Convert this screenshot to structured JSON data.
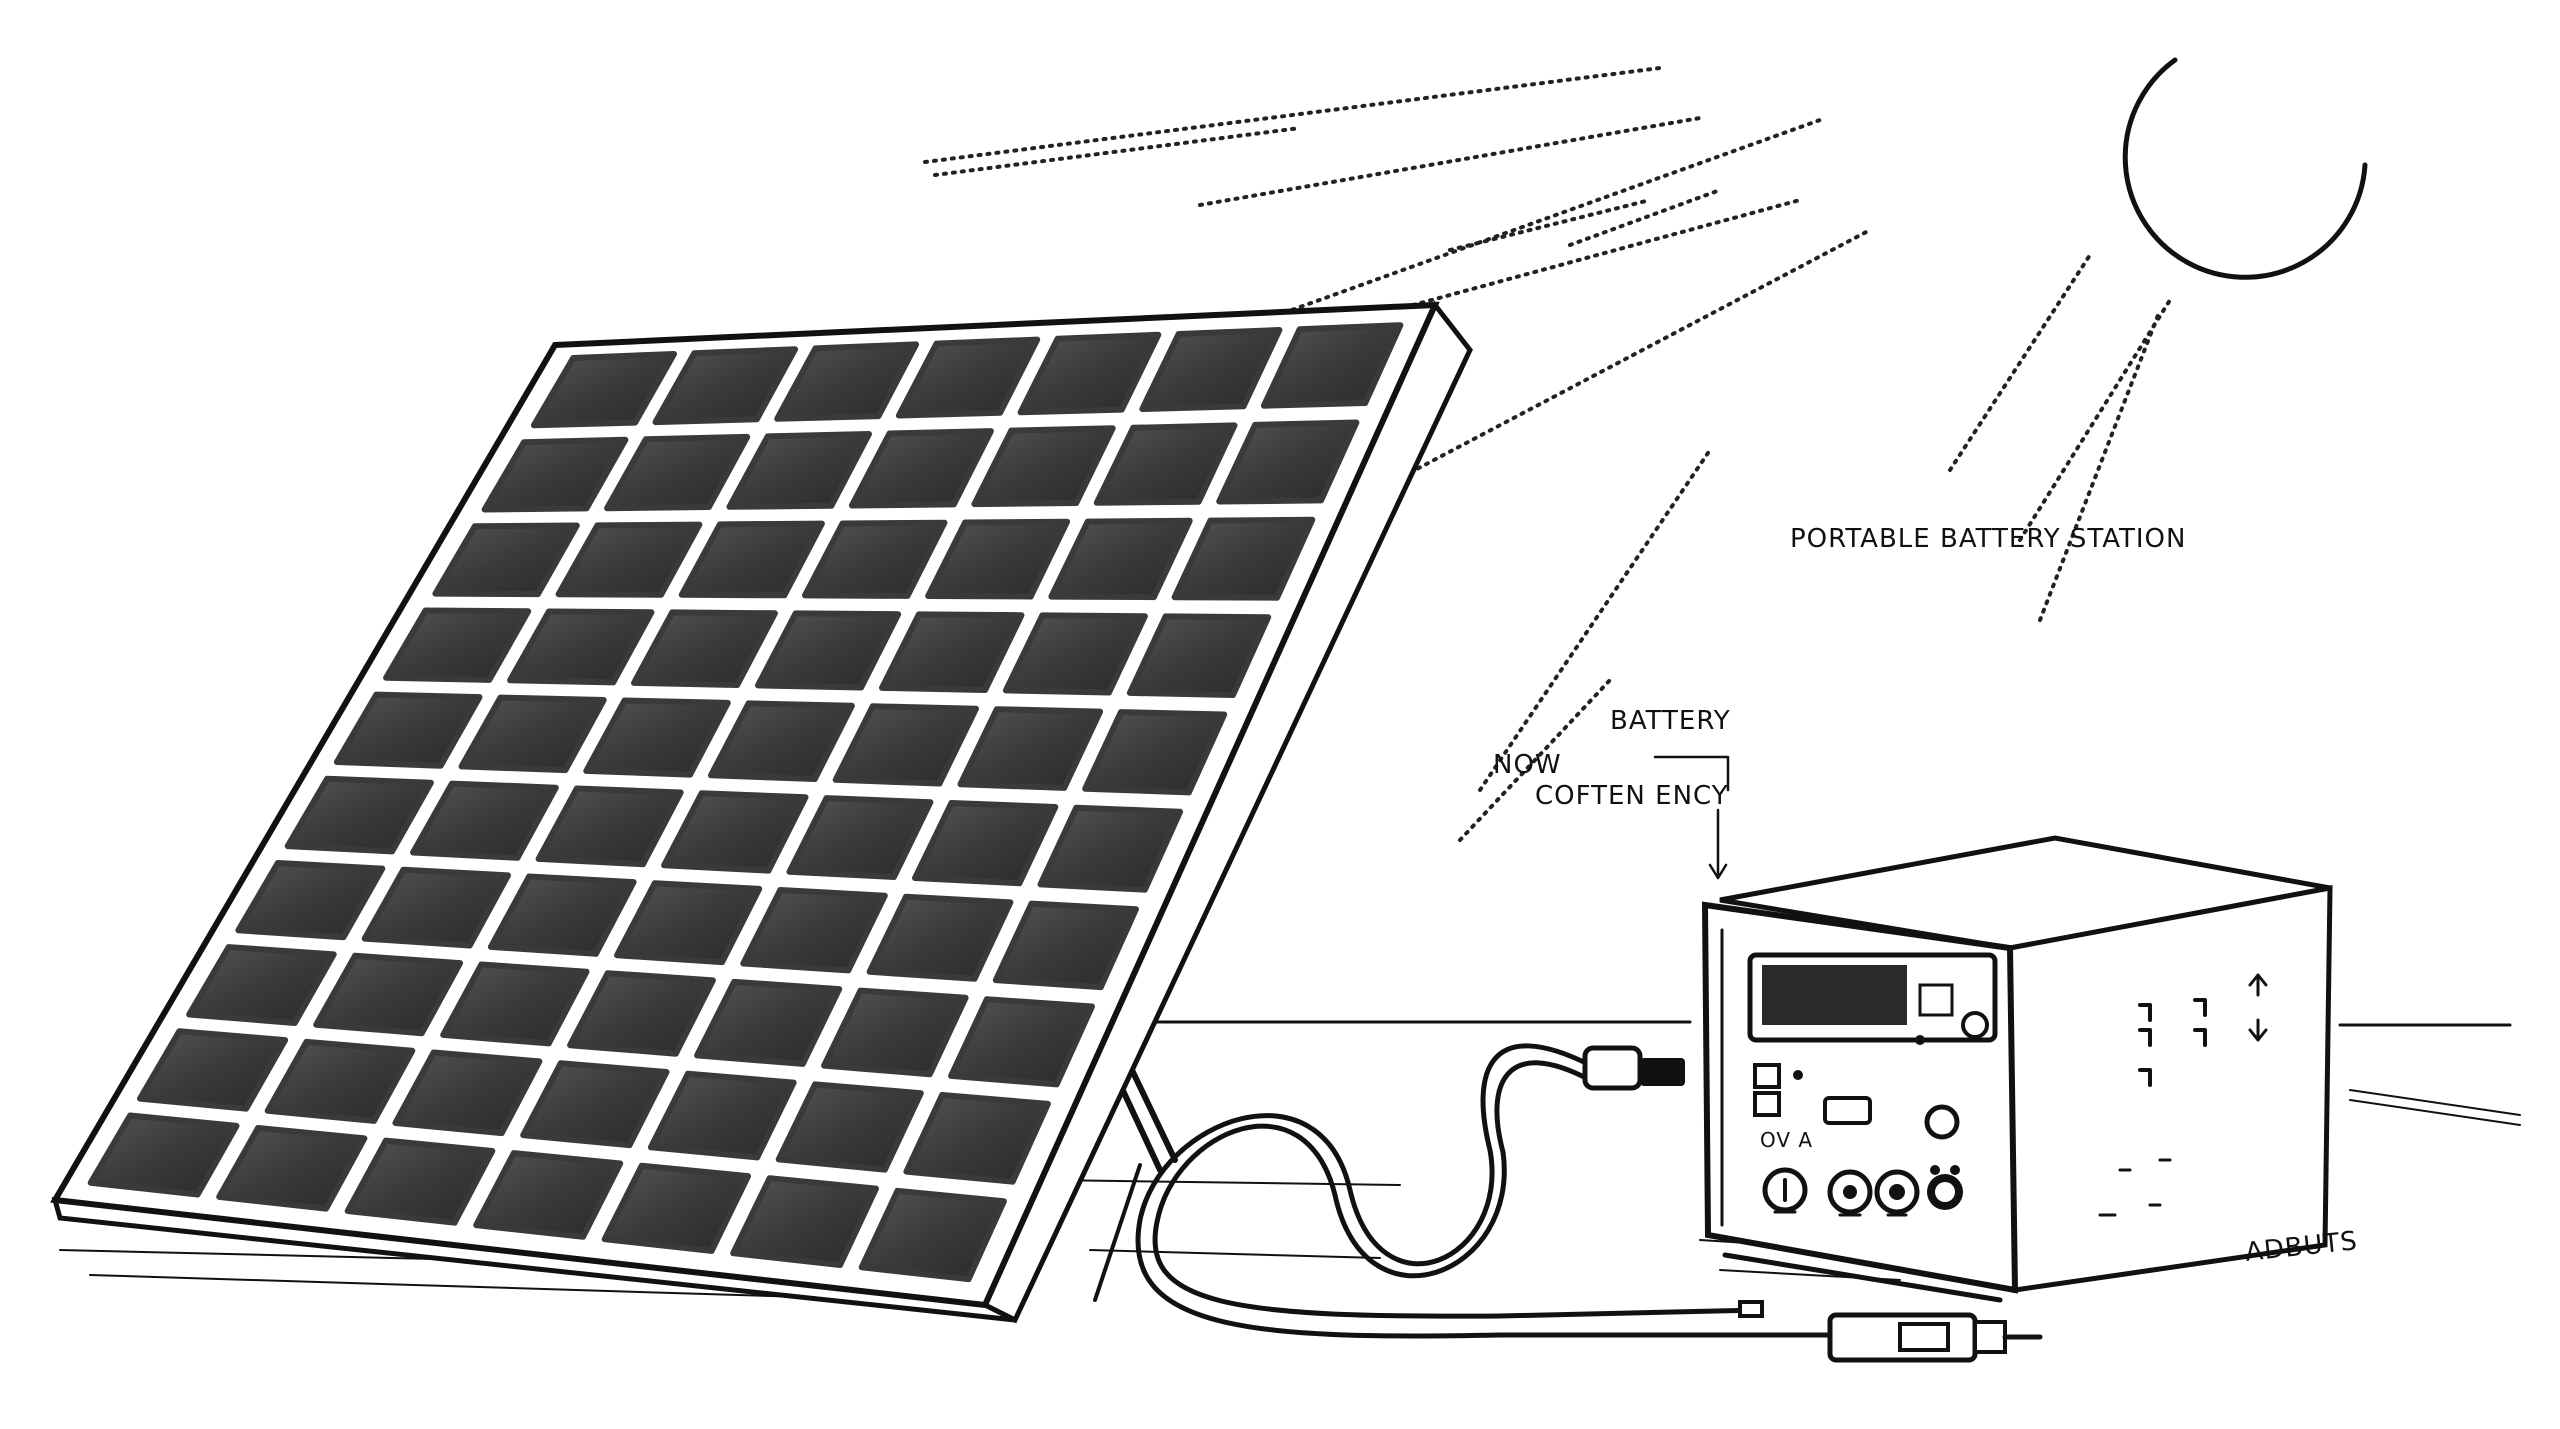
{
  "labels": {
    "portable_station": "PORTABLE BATTERY STATION",
    "battery": "BATTERY",
    "now": "NOW",
    "coften_ency": "COFTEN ENCY",
    "adbuts": "ADBUTS",
    "ova": "OV A"
  },
  "colors": {
    "ink": "#111111",
    "cell": "#3a3a3a",
    "background": "#ffffff"
  },
  "panel": {
    "rows": 10,
    "columns": 7
  }
}
